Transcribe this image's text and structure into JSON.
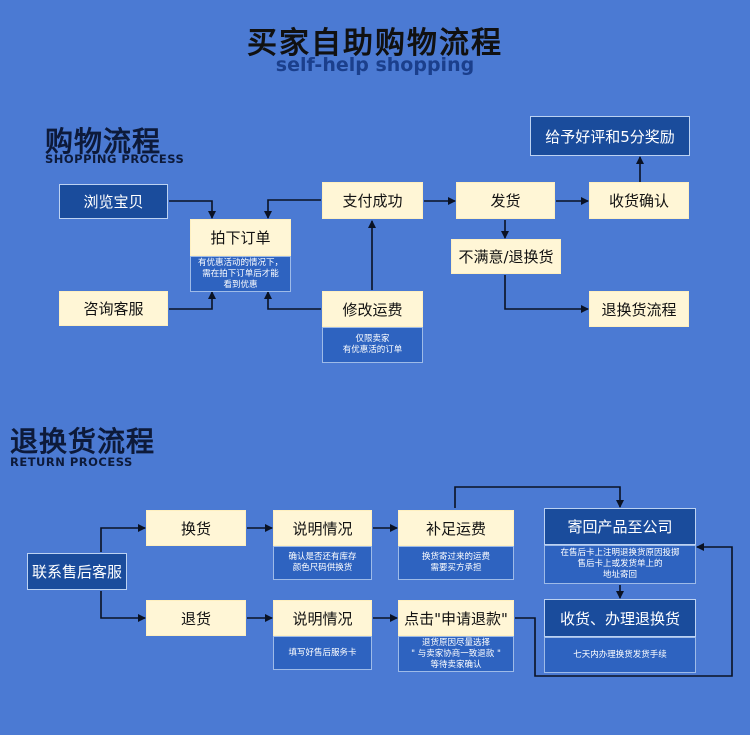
{
  "header": {
    "title": "买家自助购物流程",
    "subtitle": "self-help shopping"
  },
  "shopping": {
    "heading": "购物流程",
    "heading_en": "SHOPPING PROCESS",
    "browse": "浏览宝贝",
    "consult": "咨询客服",
    "place_order": "拍下订单",
    "place_order_note": "有优惠活动的情况下，\n需在拍下订单后才能\n看到优惠",
    "paid": "支付成功",
    "modify_freight": "修改运费",
    "modify_freight_note": "仅限卖家\n有优惠活的订单",
    "ship": "发货",
    "receive": "收货确认",
    "review": "给予好评和5分奖励",
    "unsatisfied": "不满意/退换货",
    "return_flow": "退换货流程"
  },
  "returns": {
    "heading": "退换货流程",
    "heading_en": "RETURN PROCESS",
    "contact": "联系售后客服",
    "exchange": "换货",
    "refund": "退货",
    "explain_1": "说明情况",
    "explain_1_note": "确认是否还有库存\n颜色尺码供换货",
    "explain_2": "说明情况",
    "explain_2_note": "填写好售后服务卡",
    "pay_freight": "补足运费",
    "pay_freight_note": "换货寄过来的运费\n需要买方承担",
    "apply_refund": "点击\"申请退款\"",
    "apply_refund_note": "退货原因尽量选择\n\" 与卖家协商一致退款 \"\n等待卖家确认",
    "send_back": "寄回产品至公司",
    "send_back_note": "在售后卡上注明退换货原因投掷\n售后卡上或发货单上的\n地址寄回",
    "process": "收货、办理退换货",
    "process_note": "七天内办理换货发货手续"
  }
}
